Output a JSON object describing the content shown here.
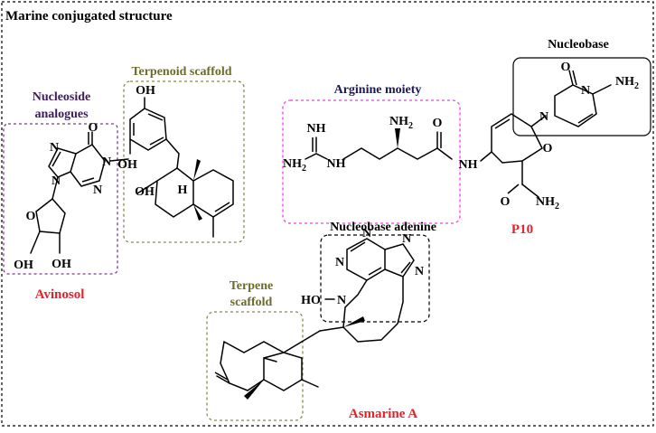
{
  "title": "Marine conjugated structure",
  "regions": {
    "nucleoside": {
      "label_line1": "Nucleoside",
      "label_line2": "analogues"
    },
    "terpenoid": {
      "label": "Terpenoid scaffold"
    },
    "arginine": {
      "label": "Arginine moiety"
    },
    "nucleobase": {
      "label": "Nucleobase"
    },
    "adenine": {
      "label": "Nucleobase adenine"
    },
    "terpene": {
      "label_line1": "Terpene",
      "label_line2": "scaffold"
    }
  },
  "compounds": {
    "avinosol": "Avinosol",
    "p10": "P10",
    "asmarine": "Asmarine A"
  },
  "atoms": {
    "oh": "OH",
    "o": "O",
    "n": "N",
    "nh": "NH",
    "nh2": "NH",
    "h2n": "NH",
    "ho": "HO",
    "h": "H",
    "sub2": "2"
  },
  "colors": {
    "frame": "#000000",
    "olive": "#8a8a4a",
    "purple": "#7a3d8a",
    "magenta": "#ff33ff",
    "red": "#e8202a",
    "navy": "#1a1a55"
  }
}
